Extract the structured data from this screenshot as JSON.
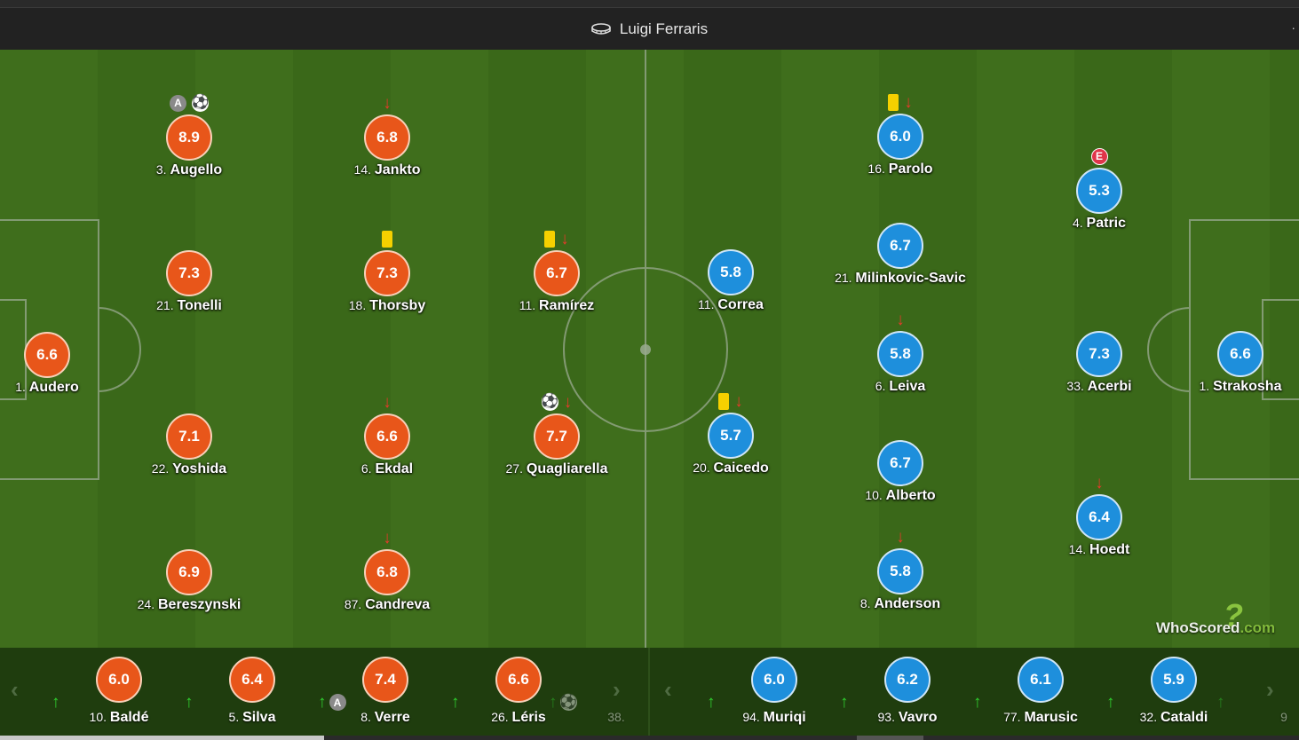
{
  "header": {
    "venue": "Luigi Ferraris",
    "edge_mark": "·"
  },
  "colors": {
    "home": "#e8561a",
    "away": "#1e8fdc",
    "yellow_card": "#f5d000",
    "sub_off": "#e53a2a",
    "sub_on": "#2fd02f"
  },
  "home_lineup": [
    {
      "number": "1.",
      "name": "Audero",
      "rating": "6.6",
      "badges": []
    },
    {
      "number": "3.",
      "name": "Augello",
      "rating": "8.9",
      "badges": [
        "assist",
        "goal"
      ]
    },
    {
      "number": "21.",
      "name": "Tonelli",
      "rating": "7.3",
      "badges": []
    },
    {
      "number": "22.",
      "name": "Yoshida",
      "rating": "7.1",
      "badges": []
    },
    {
      "number": "24.",
      "name": "Bereszynski",
      "rating": "6.9",
      "badges": []
    },
    {
      "number": "14.",
      "name": "Jankto",
      "rating": "6.8",
      "badges": [
        "sub-off"
      ]
    },
    {
      "number": "18.",
      "name": "Thorsby",
      "rating": "7.3",
      "badges": [
        "yellow-card"
      ]
    },
    {
      "number": "6.",
      "name": "Ekdal",
      "rating": "6.6",
      "badges": [
        "sub-off"
      ]
    },
    {
      "number": "87.",
      "name": "Candreva",
      "rating": "6.8",
      "badges": [
        "sub-off"
      ]
    },
    {
      "number": "11.",
      "name": "Ramírez",
      "rating": "6.7",
      "badges": [
        "yellow-card",
        "sub-off"
      ]
    },
    {
      "number": "27.",
      "name": "Quagliarella",
      "rating": "7.7",
      "badges": [
        "goal",
        "sub-off"
      ]
    }
  ],
  "away_lineup": [
    {
      "number": "11.",
      "name": "Correa",
      "rating": "5.8",
      "badges": []
    },
    {
      "number": "20.",
      "name": "Caicedo",
      "rating": "5.7",
      "badges": [
        "yellow-card",
        "sub-off"
      ]
    },
    {
      "number": "16.",
      "name": "Parolo",
      "rating": "6.0",
      "badges": [
        "yellow-card",
        "sub-off"
      ]
    },
    {
      "number": "21.",
      "name": "Milinkovic-Savic",
      "rating": "6.7",
      "badges": []
    },
    {
      "number": "6.",
      "name": "Leiva",
      "rating": "5.8",
      "badges": [
        "sub-off"
      ]
    },
    {
      "number": "10.",
      "name": "Alberto",
      "rating": "6.7",
      "badges": []
    },
    {
      "number": "8.",
      "name": "Anderson",
      "rating": "5.8",
      "badges": [
        "sub-off"
      ]
    },
    {
      "number": "4.",
      "name": "Patric",
      "rating": "5.3",
      "badges": [
        "error"
      ]
    },
    {
      "number": "33.",
      "name": "Acerbi",
      "rating": "7.3",
      "badges": []
    },
    {
      "number": "14.",
      "name": "Hoedt",
      "rating": "6.4",
      "badges": [
        "sub-off"
      ]
    },
    {
      "number": "1.",
      "name": "Strakosha",
      "rating": "6.6",
      "badges": []
    }
  ],
  "badge_labels": {
    "assist": "A",
    "error": "E"
  },
  "watermark": {
    "brand": "WhoScored",
    "tld": ".com",
    "mark": "?"
  },
  "home_subs": [
    {
      "number": "10.",
      "name": "Baldé",
      "rating": "6.0"
    },
    {
      "number": "5.",
      "name": "Silva",
      "rating": "6.4"
    },
    {
      "number": "8.",
      "name": "Verre",
      "rating": "7.4"
    },
    {
      "number": "26.",
      "name": "Léris",
      "rating": "6.6"
    },
    {
      "number": "38.",
      "name": ""
    }
  ],
  "away_subs": [
    {
      "number": "94.",
      "name": "Muriqi",
      "rating": "6.0"
    },
    {
      "number": "93.",
      "name": "Vavro",
      "rating": "6.2"
    },
    {
      "number": "77.",
      "name": "Marusic",
      "rating": "6.1"
    },
    {
      "number": "32.",
      "name": "Cataldi",
      "rating": "5.9"
    },
    {
      "number": "9",
      "name": ""
    }
  ],
  "nav": {
    "prev": "‹",
    "next": "›"
  }
}
